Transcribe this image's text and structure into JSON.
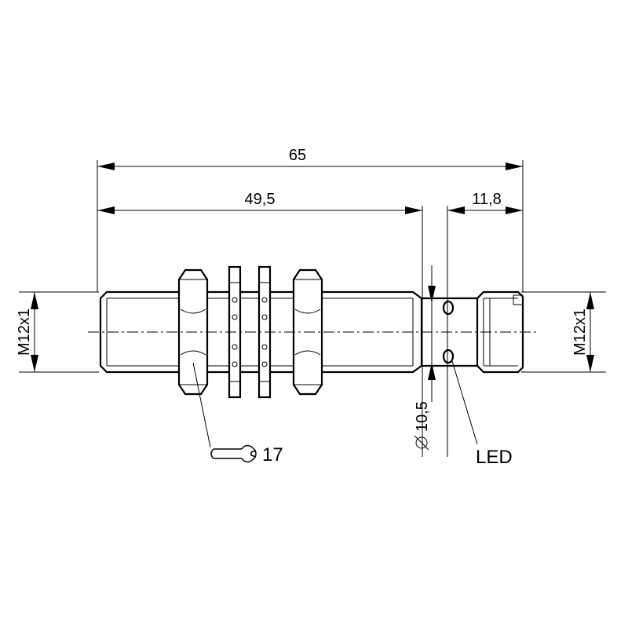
{
  "dimensions": {
    "overall_length": "65",
    "thread_length": "49,5",
    "head_length": "11,8",
    "thread_left": "M12x1",
    "thread_right": "M12x1",
    "diameter_symbol": "∅",
    "diameter_value": "10,5"
  },
  "callouts": {
    "wrench_size": "17",
    "led_label": "LED"
  },
  "icons": {
    "wrench": "wrench-icon",
    "diameter": "diameter-symbol-icon"
  }
}
